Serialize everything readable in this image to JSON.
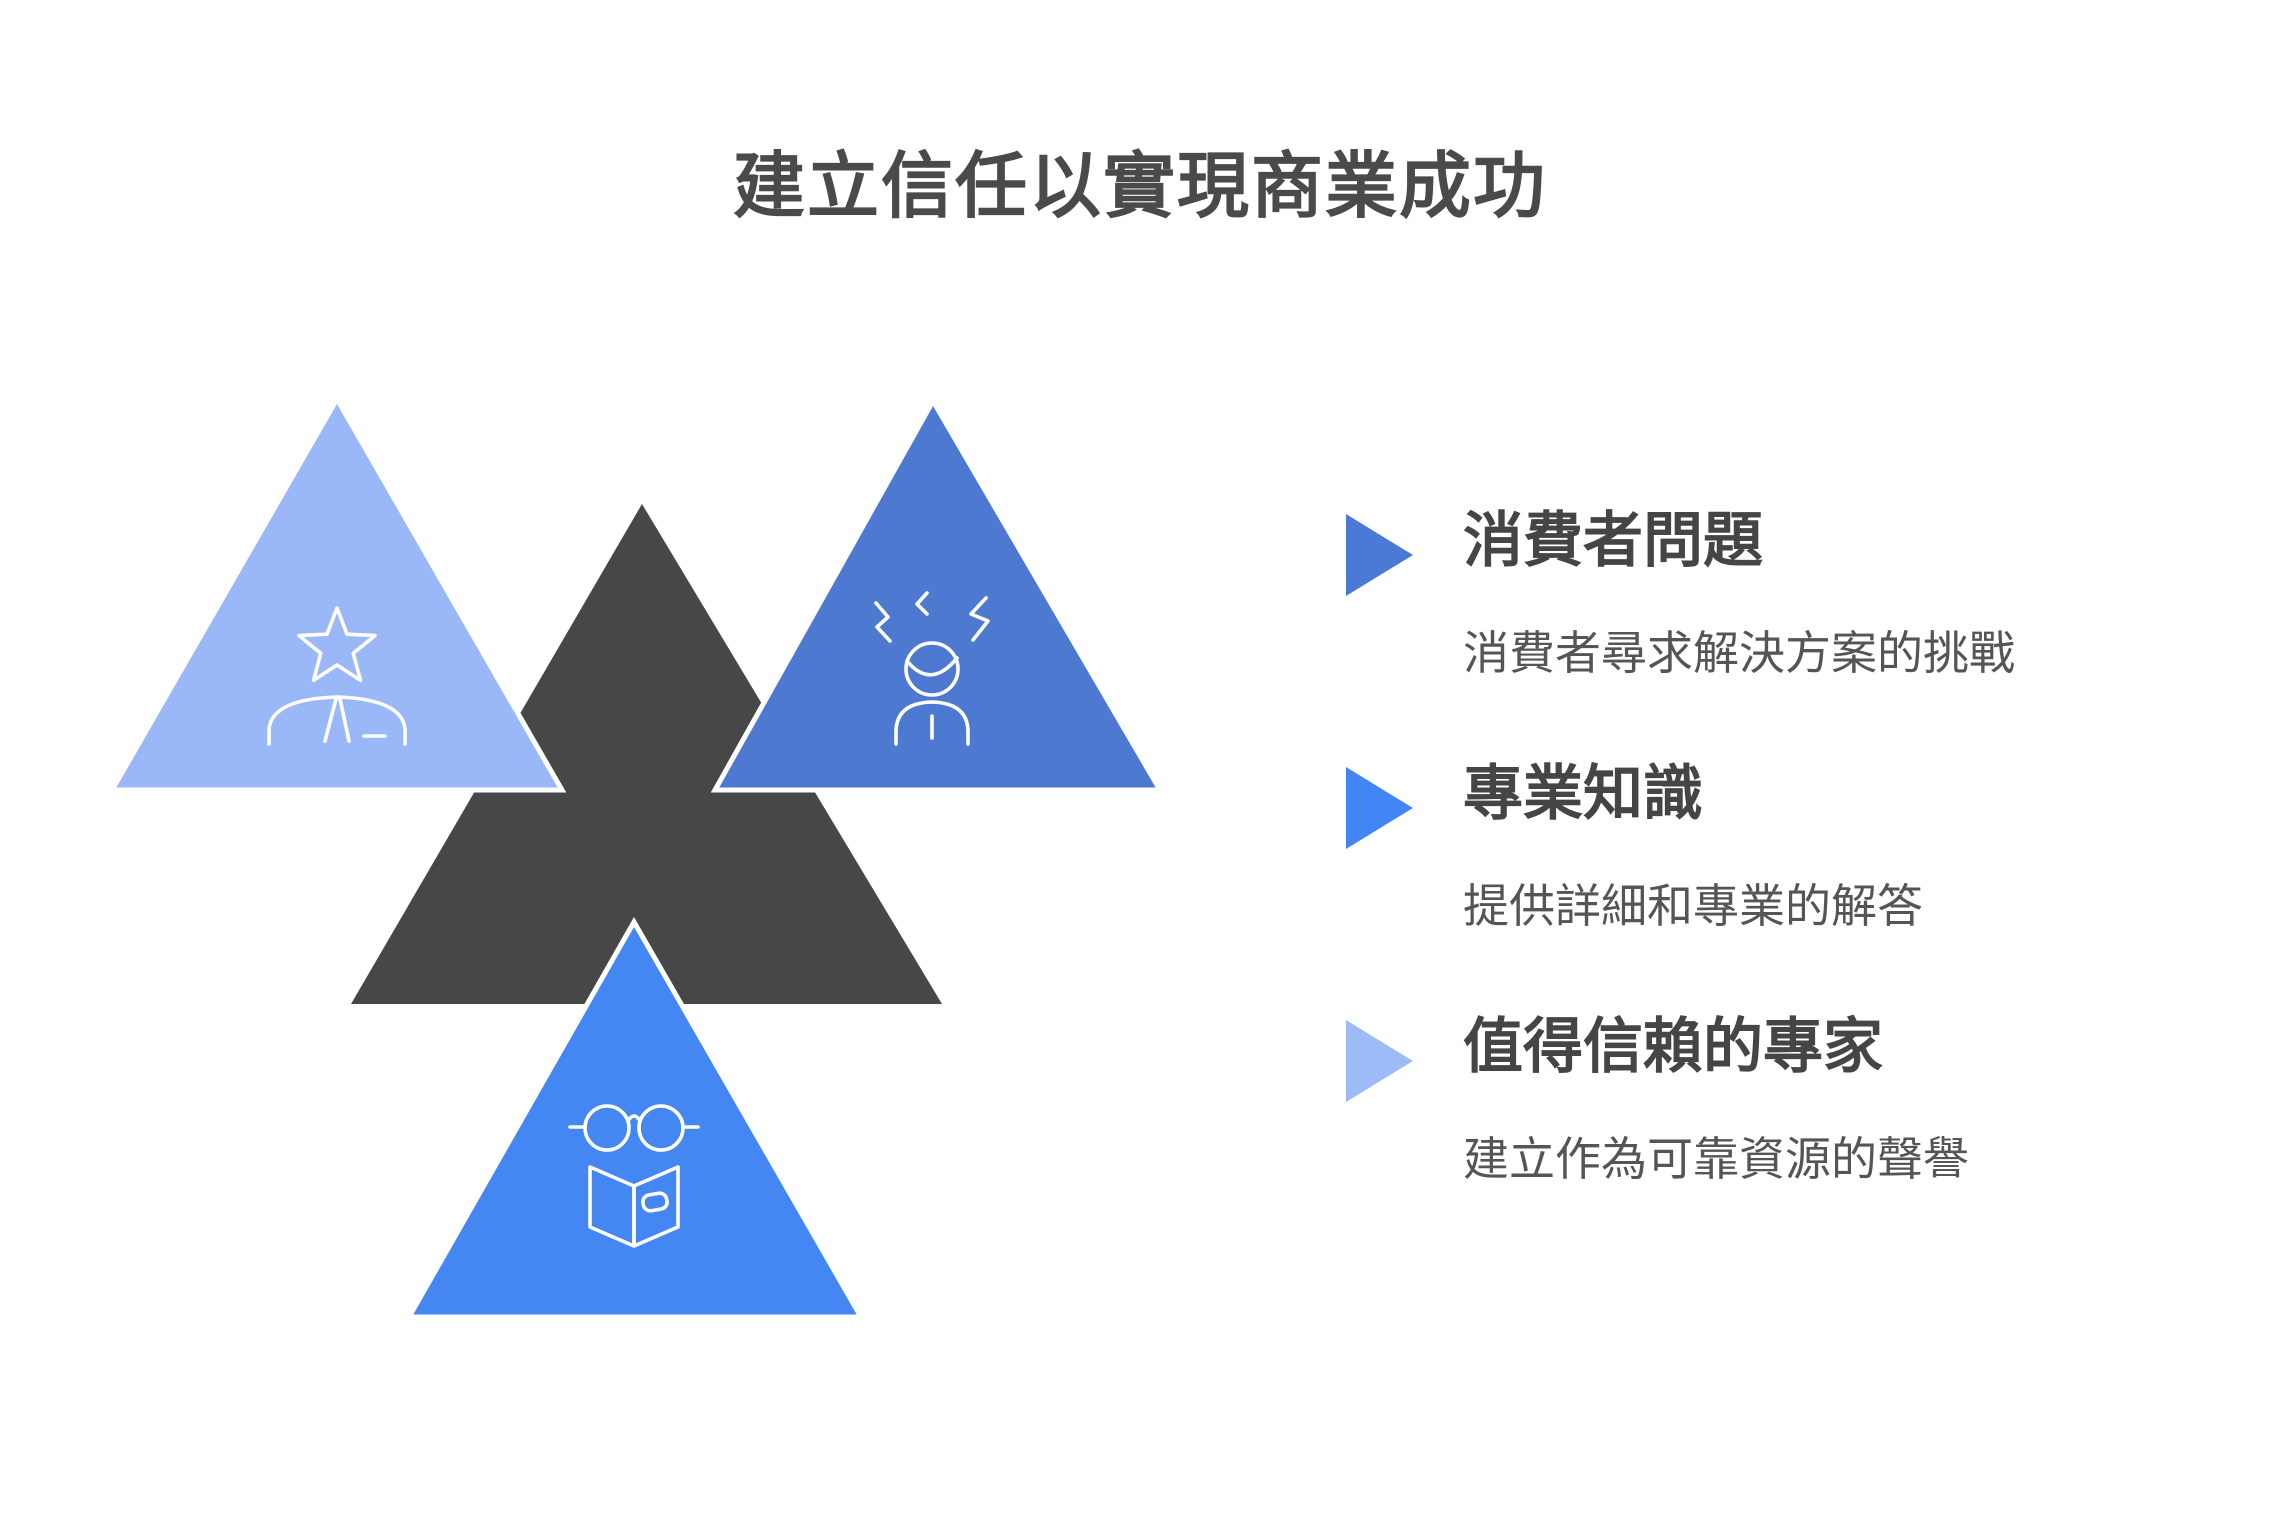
{
  "title": {
    "text": "建立信任以實現商業成功",
    "color": "#4a4a4a"
  },
  "cluster": {
    "center_triangle_color": "#474747",
    "icon_stroke_color": "#ffffff",
    "triangles": [
      {
        "position": "top-left",
        "color": "#9ab8f7",
        "icon": "star-person-icon"
      },
      {
        "position": "top-right",
        "color": "#4d7ad0",
        "icon": "frustrated-person-icon"
      },
      {
        "position": "bottom",
        "color": "#4486f2",
        "icon": "glasses-open-book-icon"
      }
    ]
  },
  "legend": {
    "items": [
      {
        "title": "消費者問題",
        "subtitle": "消費者尋求解決方案的挑戰",
        "bullet_color": "#4a7ad5"
      },
      {
        "title": "專業知識",
        "subtitle": "提供詳細和專業的解答",
        "bullet_color": "#4285f4"
      },
      {
        "title": "值得信賴的專家",
        "subtitle": "建立作為可靠資源的聲譽",
        "bullet_color": "#9dbbf7"
      }
    ],
    "title_color": "#454545",
    "subtitle_color": "#555555"
  }
}
